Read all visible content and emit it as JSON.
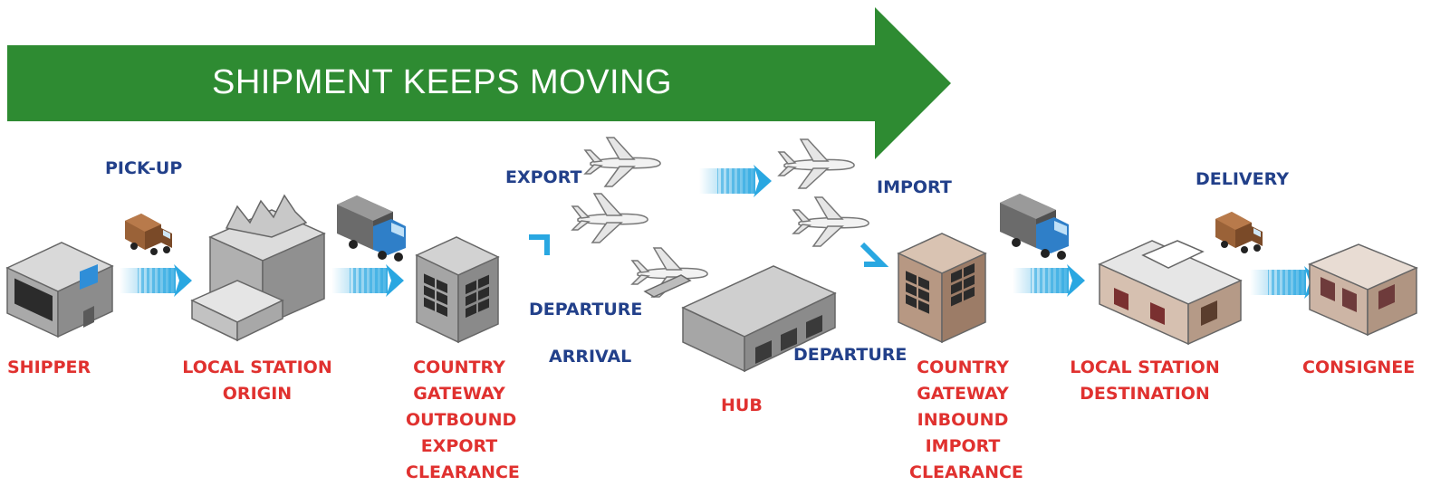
{
  "banner": {
    "text": "SHIPMENT KEEPS MOVING",
    "color": "#2e8b32"
  },
  "colors": {
    "blue_label": "#22408a",
    "red_label": "#e0312f",
    "arrow_blue": "#29a7e1"
  },
  "stages": {
    "shipper": "SHIPPER",
    "local_origin": [
      "LOCAL STATION",
      "ORIGIN"
    ],
    "gateway_out": [
      "COUNTRY",
      "GATEWAY",
      "OUTBOUND",
      "EXPORT",
      "CLEARANCE"
    ],
    "hub": "HUB",
    "gateway_in": [
      "COUNTRY",
      "GATEWAY",
      "INBOUND",
      "IMPORT",
      "CLEARANCE"
    ],
    "local_dest": [
      "LOCAL STATION",
      "DESTINATION"
    ],
    "consignee": "CONSIGNEE"
  },
  "steps": {
    "pickup": "PICK-UP",
    "export": "EXPORT",
    "departure_1": "DEPARTURE",
    "arrival": "ARRIVAL",
    "departure_2": "DEPARTURE",
    "import": "IMPORT",
    "delivery": "DELIVERY"
  },
  "icons": [
    "building-icon",
    "warehouse-icon",
    "truck-icon",
    "van-icon",
    "airplane-icon",
    "hub-icon",
    "flow-arrow-icon"
  ]
}
